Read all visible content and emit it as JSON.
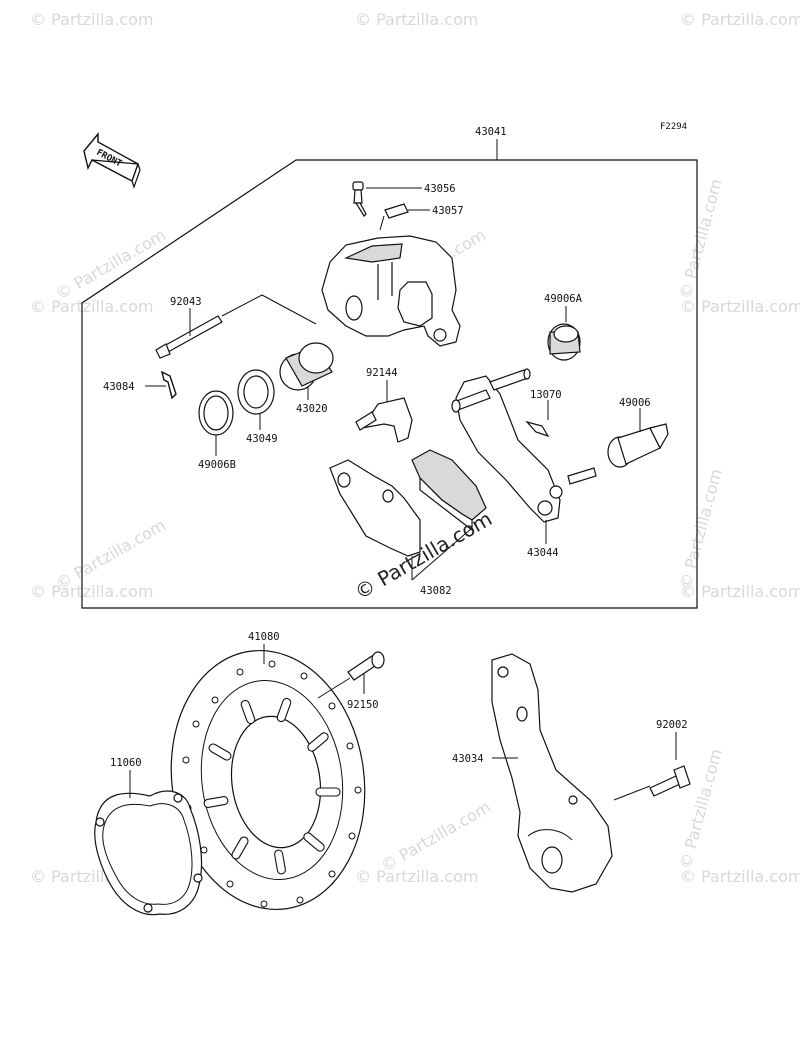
{
  "diagram": {
    "ref_code": "F2294",
    "front_label": "FRONT",
    "watermark": "© Partzilla.com",
    "assembly": {
      "part_no": "43041"
    },
    "parts": [
      {
        "id": "p43056",
        "part_no": "43056"
      },
      {
        "id": "p43057",
        "part_no": "43057"
      },
      {
        "id": "p92043",
        "part_no": "92043"
      },
      {
        "id": "p49006A",
        "part_no": "49006A"
      },
      {
        "id": "p43084",
        "part_no": "43084"
      },
      {
        "id": "p43020",
        "part_no": "43020"
      },
      {
        "id": "p92144",
        "part_no": "92144"
      },
      {
        "id": "p13070",
        "part_no": "13070"
      },
      {
        "id": "p49006",
        "part_no": "49006"
      },
      {
        "id": "p43049",
        "part_no": "43049"
      },
      {
        "id": "p49006B",
        "part_no": "49006B"
      },
      {
        "id": "p43044",
        "part_no": "43044"
      },
      {
        "id": "p43082",
        "part_no": "43082"
      },
      {
        "id": "p41080",
        "part_no": "41080"
      },
      {
        "id": "p92150",
        "part_no": "92150"
      },
      {
        "id": "p11060",
        "part_no": "11060"
      },
      {
        "id": "p92002",
        "part_no": "92002"
      },
      {
        "id": "p43034",
        "part_no": "43034"
      }
    ]
  }
}
